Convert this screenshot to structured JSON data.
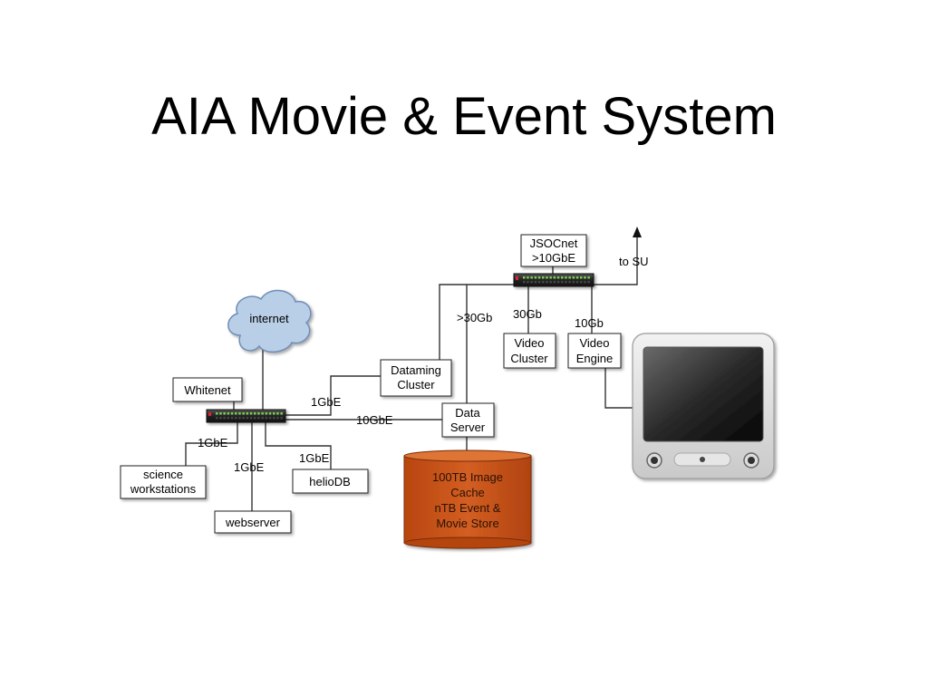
{
  "title": "AIA Movie & Event System",
  "diagram": {
    "nodes": {
      "internet": "internet",
      "whitenet": "Whitenet",
      "science_workstations": [
        "science",
        "workstations"
      ],
      "webserver": "webserver",
      "heliodb": "helioDB",
      "dataming_cluster": [
        "Dataming",
        "Cluster"
      ],
      "data_server": [
        "Data",
        "Server"
      ],
      "jsocnet": [
        "JSOCnet",
        ">10GbE"
      ],
      "video_cluster": [
        "Video",
        "Cluster"
      ],
      "video_engine": [
        "Video",
        "Engine"
      ],
      "storage": [
        "100TB Image",
        "Cache",
        "nTB Event &",
        "Movie Store"
      ]
    },
    "links": {
      "to_su": "to SU",
      "science_link": "1GbE",
      "webserver_link": "1GbE",
      "heliodb_link": "1GbE",
      "dataming_link": "1GbE",
      "dataserver_link": "10GbE",
      "jsoc_dataserver_link": ">30Gb",
      "video_cluster_link": "30Gb",
      "video_engine_link": "10Gb"
    }
  },
  "colors": {
    "line": "#333333",
    "storage_fill": "#c8521a",
    "storage_top": "#d9692c",
    "cloud_fill": "#b8cde6",
    "cloud_stroke": "#6f8db5",
    "box_stroke": "#222222"
  }
}
